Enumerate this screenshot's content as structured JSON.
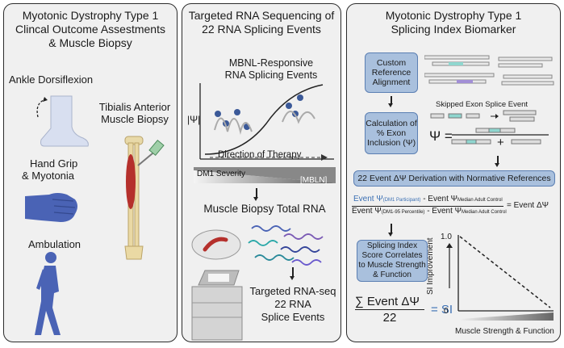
{
  "panel1": {
    "title_line1": "Myotonic Dystrophy Type 1",
    "title_line2": "Clincal Outcome Assestments",
    "title_line3": "& Muscle Biopsy",
    "ankle": "Ankle Dorsiflexion",
    "biopsy_line1": "Tibialis Anterior",
    "biopsy_line2": "Muscle Biopsy",
    "grip_line1": "Hand Grip",
    "grip_line2": "& Myotonia",
    "ambulation": "Ambulation"
  },
  "panel2": {
    "title_line1": "Targeted RNA Sequencing of",
    "title_line2": "22 RNA Splicing Events",
    "mbnl_line1": "MBNL-Responsive",
    "mbnl_line2": "RNA Splicing Events",
    "psi_axis": "|Ψ|",
    "direction": "Direction of Therapy",
    "severity": "DM1 Severity",
    "mbln": "[MBLN]",
    "total_rna": "Muscle Biopsy Total RNA",
    "seq_line1": "Targeted RNA-seq",
    "seq_line2": "22 RNA",
    "seq_line3": "Splice Events"
  },
  "panel3": {
    "title_line1": "Myotonic Dystrophy Type 1",
    "title_line2": "Splicing Index Biomarker",
    "box_alignment": "Custom Reference Alignment",
    "skipped_exon": "Skipped Exon Splice Event",
    "box_calc": "Calculation of % Exon Inclusion (Ψ)",
    "psi_eq": "Ψ =",
    "plus": "+",
    "derivation": "22 Event ΔΨ Derivation with Normative References",
    "eq_num_a": "Event Ψ",
    "eq_num_a_sub": "(DM1 Participant)",
    "eq_num_b": "- Event Ψ",
    "eq_num_b_sub": "Median Adult Control",
    "eq_den_a": "Event Ψ",
    "eq_den_a_sub": "(DM1-95 Percentile)",
    "eq_den_b": "- Event Ψ",
    "eq_den_b_sub": "Median Adult Control",
    "eq_result": "= Event ΔΨ",
    "box_si": "Splicing Index Score Correlates to Muscle Strength & Function",
    "sum_num": "∑ Event ΔΨ",
    "sum_den": "22",
    "sum_eq": "= SI",
    "y_label": "SI Improvement",
    "y_top": "1.0",
    "y_bottom": "0",
    "x_label": "Muscle Strength & Function"
  },
  "colors": {
    "box_fill": "#a9c0dd",
    "box_border": "#5b7fb3",
    "accent_blue": "#3a6fb3",
    "muscle_red": "#b5302c",
    "figure_blue": "#4a63b5"
  }
}
